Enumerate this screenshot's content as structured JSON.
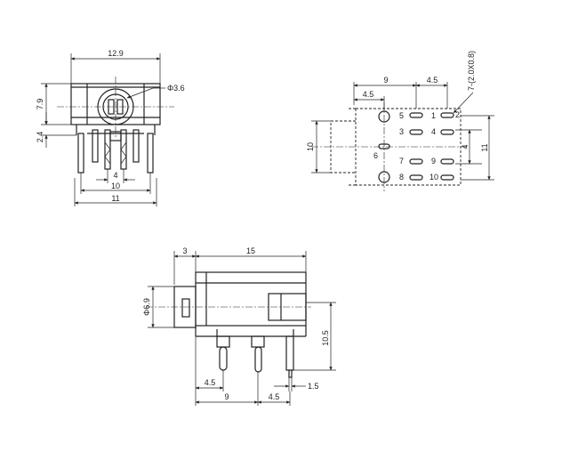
{
  "front_view": {
    "dims": {
      "width": "12.9",
      "height": "7.9",
      "pin_offset": "2.4",
      "hole_dia": "Φ3.6",
      "pin_gap": "4",
      "pin_span": "10",
      "total_span": "11"
    }
  },
  "footprint": {
    "dims": {
      "top_total": "9",
      "top_right": "4.5",
      "inner": "4.5",
      "hole_spec": "7-(2.0X0.8)",
      "height": "10",
      "right_inner": "4",
      "right_outer": "11"
    },
    "pins": {
      "p1": "1",
      "p2": "2",
      "p3": "3",
      "p4": "4",
      "p5": "5",
      "p6": "6",
      "p7": "7",
      "p8": "8",
      "p9": "9",
      "p10": "10"
    }
  },
  "side_view": {
    "dims": {
      "front": "3",
      "length": "15",
      "dia": "Φ6.9",
      "height": "10.5",
      "pin_a": "4.5",
      "pin_total": "9",
      "pin_b": "4.5",
      "pin_width": "1.5"
    }
  }
}
